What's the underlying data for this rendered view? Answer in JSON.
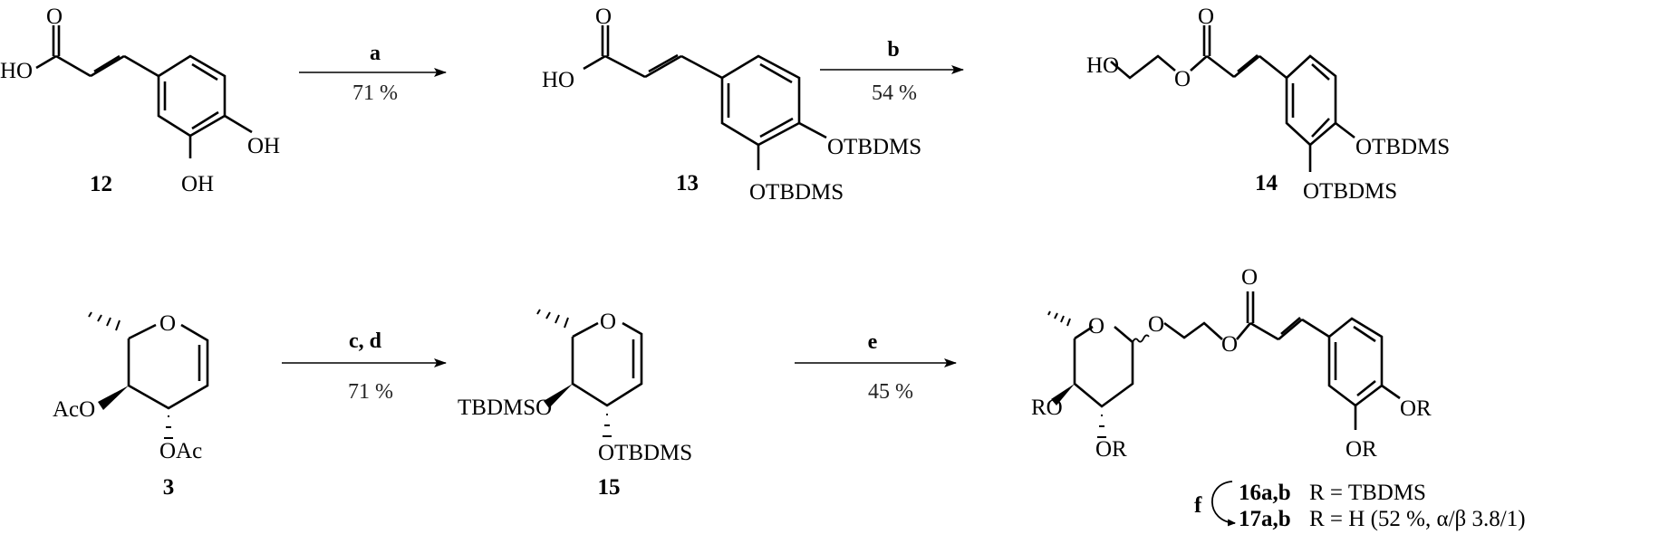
{
  "scheme": {
    "row1": {
      "compound_12": {
        "number": "12",
        "labels": {
          "carbonyl_o": "O",
          "acid_ho": "HO",
          "oh_para": "OH",
          "oh_meta": "OH"
        }
      },
      "step_a": {
        "reagent": "a",
        "yield": "71 %"
      },
      "compound_13": {
        "number": "13",
        "labels": {
          "carbonyl_o": "O",
          "acid_ho": "HO",
          "otbdms_para": "OTBDMS",
          "otbdms_meta": "OTBDMS"
        }
      },
      "step_b": {
        "reagent": "b",
        "yield": "54 %"
      },
      "compound_14": {
        "number": "14",
        "labels": {
          "carbonyl_o": "O",
          "hydroxy_ho": "HO",
          "ester_o": "O",
          "otbdms_para": "OTBDMS",
          "otbdms_meta": "OTBDMS"
        }
      }
    },
    "row2": {
      "compound_3": {
        "number": "3",
        "labels": {
          "ring_o": "O",
          "aco": "AcO",
          "oac": "OAc"
        }
      },
      "step_cd": {
        "reagent": "c, d",
        "yield": "71 %"
      },
      "compound_15": {
        "number": "15",
        "labels": {
          "ring_o": "O",
          "tbdmso": "TBDMSO",
          "otbdms": "OTBDMS"
        }
      },
      "step_e": {
        "reagent": "e",
        "yield": "45 %"
      },
      "compound_16_17": {
        "labels": {
          "ring_o": "O",
          "glycosidic_o": "O",
          "ester_o": "O",
          "carbonyl_o": "O",
          "ro_left": "RO",
          "or_bottom": "OR",
          "or_para": "OR",
          "or_meta": "OR"
        },
        "legend": {
          "step_f": "f",
          "line1_cpd": "16a,b",
          "line1_text": "R = TBDMS",
          "line2_cpd": "17a,b",
          "line2_text": "R = H (52 %, α/β 3.8/1)"
        }
      }
    }
  }
}
